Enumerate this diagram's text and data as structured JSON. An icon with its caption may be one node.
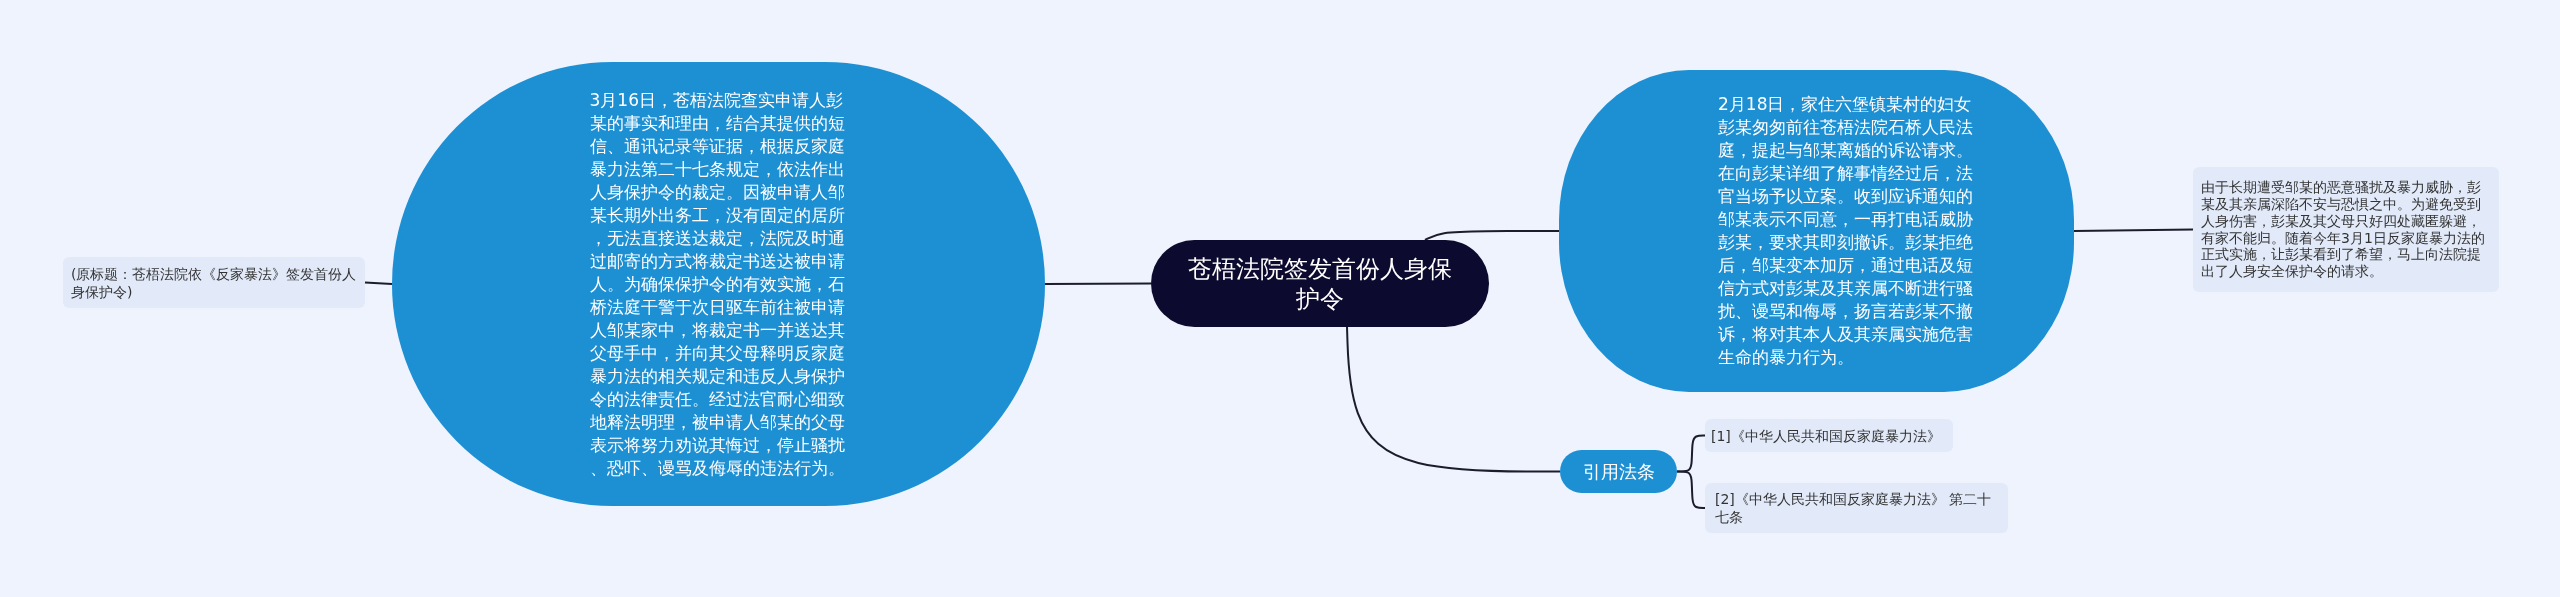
{
  "diagram": {
    "nodes": [
      {
        "text": [
          "苍梧法院签发首份人身保护令"
        ]
      },
      {
        "text": [
          "3月16日，苍梧法院查实申请人彭某的事实和理由，结合其提供的短信、通讯记录等证据，根据反家庭暴力法第二十七条规定，依法作出人身保护令的裁定。因被申请人邹某长期外出务工，没有固定的居所，无法直接送达裁定，法院及时通过邮寄的方式将裁定书送达被申请人。为确保保护令的有效实施，石桥法庭干警于次日驱车前往被申请人邹某家中，将裁定书一并送达其父母手中，并向其父母释明反家庭暴力法的相关规定和违反人身保护令的法律责任。经过法官耐心细致地释法明理，被申请人邹某的父母表示将努力劝说其悔过，停止骚扰、恐吓、谩骂及侮辱的违法行为。"
        ]
      },
      {
        "text": [
          "(原标题：苍梧法院依《反家暴法》签发首份人身保护令)"
        ]
      },
      {
        "text": [
          "2月18日，家住六堡镇某村的妇女彭某匆匆前往苍梧法院石桥人民法庭，提起与邹某离婚的诉讼请求。在向彭某详细了解事情经过后，法官当场予以立案。收到应诉通知的邹某表示不同意，一再打电话威胁彭某，要求其即刻撤诉。彭某拒绝后，邹某变本加厉，通过电话及短信方式对彭某及其亲属不断进行骚扰、谩骂和侮辱，扬言若彭某不撤诉，将对其本人及其亲属实施危害生命的暴力行为。"
        ]
      },
      {
        "text": [
          "由于长期遭受邹某的恶意骚扰及暴力威胁，彭某及其亲属深陷不安与恐惧之中。为避免受到人身伤害，彭某及其父母只好四处藏匿躲避，有家不能归。随着今年3月1日反家庭暴力法的正式实施，让彭某看到了希望，马上向法院提出了人身安全保护令的请求。"
        ]
      },
      {
        "text": [
          "引用法条"
        ]
      },
      {
        "text": [
          "[1]《中华人民共和国反家庭暴力法》"
        ]
      },
      {
        "text": [
          "[2]《中华人民共和国反家庭暴力法》 第二十七条"
        ]
      }
    ],
    "edges": [
      {
        "from": 0,
        "to": 1,
        "arrow": "none"
      },
      {
        "from": 1,
        "to": 2,
        "arrow": "none"
      },
      {
        "from": 0,
        "to": 3,
        "arrow": "none"
      },
      {
        "from": 3,
        "to": 4,
        "arrow": "none"
      },
      {
        "from": 0,
        "to": 5,
        "arrow": "none"
      },
      {
        "from": 5,
        "to": 6,
        "arrow": "none"
      },
      {
        "from": 5,
        "to": 7,
        "arrow": "none"
      }
    ]
  }
}
